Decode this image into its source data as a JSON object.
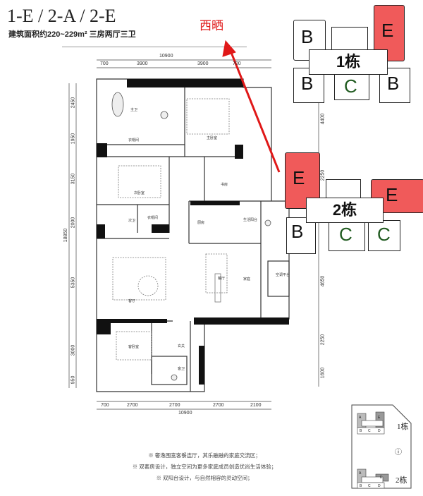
{
  "header": {
    "title": "1-E / 2-A / 2-E",
    "subtitle": "建筑面积约220~229m² 三房两厅三卫"
  },
  "annotation": {
    "direction_label": "西晒",
    "arrow_color": "#e01818"
  },
  "dimensions": {
    "top_total": "10900",
    "top": [
      "700",
      "3900",
      "3900",
      "700"
    ],
    "bottom": [
      "700",
      "2700",
      "2700",
      "2700",
      "2100"
    ],
    "bottom_total": "10900",
    "left": [
      "2450",
      "1950",
      "3150",
      "2000",
      "5350",
      "3000",
      "950"
    ],
    "left_total": "18850",
    "right": [
      "4400",
      "2250",
      "4650",
      "2250",
      "1600"
    ]
  },
  "rooms": {
    "master_bath": "主卫",
    "master_closet": "衣帽间",
    "master_bedroom": "主卧室",
    "second_bedroom": "次卧室",
    "study": "书房",
    "second_bath": "次卫",
    "second_closet": "衣帽间",
    "kitchen": "厨房",
    "dining": "餐厅",
    "family": "家庭",
    "living": "客厅",
    "guest_bedroom": "客卧室",
    "entry": "玄关",
    "guest_bath": "客卫",
    "utility_balcony": "生活阳台",
    "service_platform": "空调平台"
  },
  "site_plan": {
    "building1": {
      "label": "1栋",
      "units_top": [
        "B",
        "E"
      ],
      "units_bottom": [
        "B",
        "C",
        "B"
      ]
    },
    "building2": {
      "label": "2栋",
      "units_top": [
        "E",
        "E"
      ],
      "units_bottom": [
        "B",
        "C",
        "C"
      ]
    },
    "highlight_color": "#f05a5a"
  },
  "mini_map": {
    "building1": "1栋",
    "building2": "2栋",
    "units1": [
      "A",
      "E",
      "B",
      "C",
      "D"
    ],
    "units2": [
      "A",
      "E",
      "B",
      "C",
      "D"
    ]
  },
  "notes": [
    "※ 奢逸围宽客餐连厅，其乐融融的家庭交流区；",
    "※ 双套房设计，独立空间为更多家庭成员创造优尚生活体验；",
    "※ 双阳台设计，与自然相容的灵动空间；"
  ]
}
